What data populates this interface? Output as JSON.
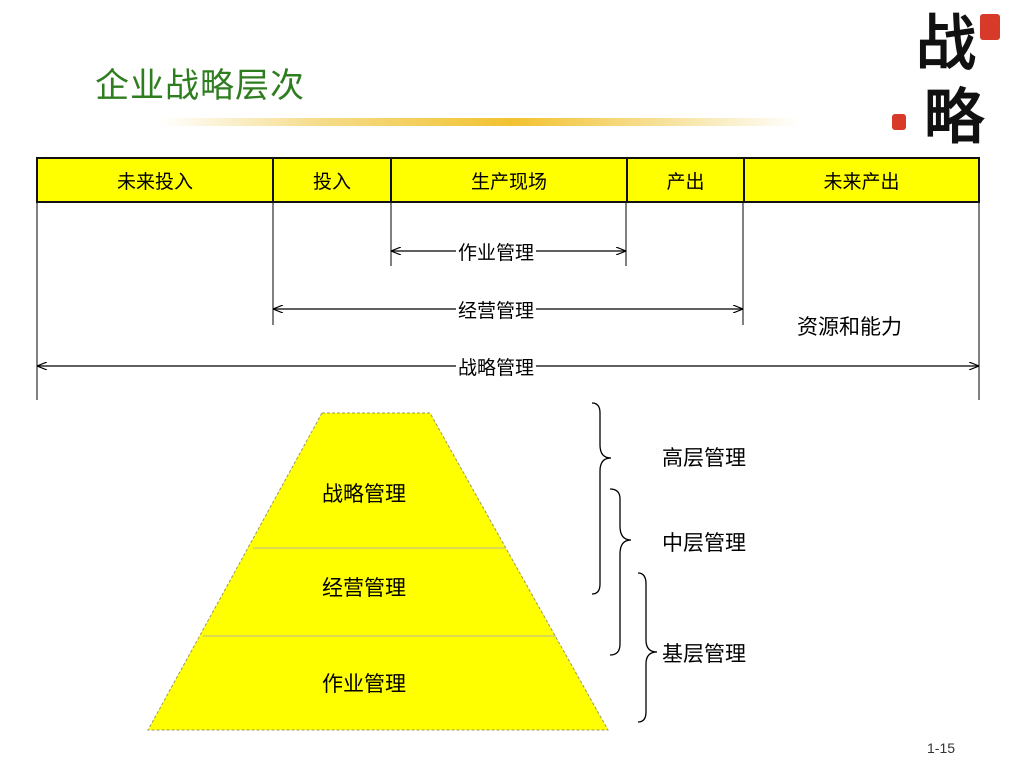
{
  "title": "企业战略层次",
  "logo": {
    "chars": [
      "战",
      "略"
    ]
  },
  "header": {
    "cells": [
      "未来投入",
      "投入",
      "生产现场",
      "产出",
      "未来产出"
    ]
  },
  "scope_arrows": [
    {
      "label": "作业管理"
    },
    {
      "label": "经营管理"
    },
    {
      "label": "战略管理"
    }
  ],
  "resources_label": "资源和能力",
  "pyramid": {
    "levels": [
      "战略管理",
      "经营管理",
      "作业管理"
    ],
    "fill_color": "#ffff00"
  },
  "management_levels": [
    "高层管理",
    "中层管理",
    "基层管理"
  ],
  "page_number": "1-15"
}
